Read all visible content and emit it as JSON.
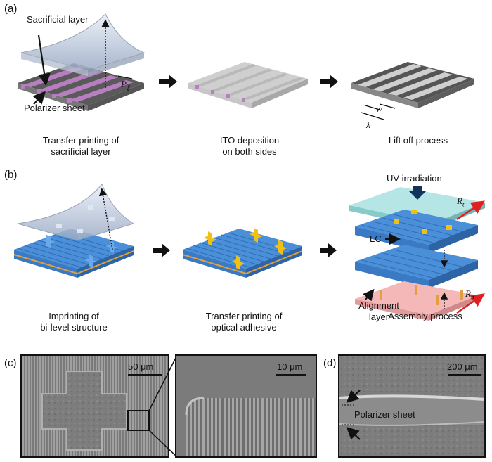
{
  "panels": {
    "a": "(a)",
    "b": "(b)",
    "c": "(c)",
    "d": "(d)"
  },
  "row_a": {
    "label_sacrificial": "Sacrificial layer",
    "label_polarizer": "Polarizer sheet",
    "label_period": "P",
    "label_period_sub": "∥",
    "label_w": "w",
    "label_lambda": "λ",
    "captions": [
      "Transfer printing of\nsacrificial layer",
      "ITO deposition\non both sides",
      "Lift off process"
    ]
  },
  "row_b": {
    "label_uv": "UV irradiation",
    "label_rt": "R",
    "label_rt_sub": "t",
    "label_rb": "R",
    "label_rb_sub": "b",
    "label_lc": "LC",
    "label_alignment": "Alignment\nlayer",
    "captions": [
      "Imprinting of\nbi-level structure",
      "Transfer printing of\noptical adhesive",
      "Assembly process"
    ]
  },
  "row_c": {
    "scale1": "50 μm",
    "scale2": "10 μm",
    "scale3": "200 μm",
    "label_polarizer_sheet": "Polarizer sheet"
  },
  "colors": {
    "magenta": "#b77fc0",
    "blue": "#4a8fd8",
    "orange": "#e0a040",
    "yellow": "#f2c014",
    "red_arrow": "#e02020",
    "uv_arrow": "#12325e",
    "cyan_glass": "#a8e0e0",
    "pink_glass": "#f4b8b8",
    "sem_gray": "#8a8a8a"
  }
}
